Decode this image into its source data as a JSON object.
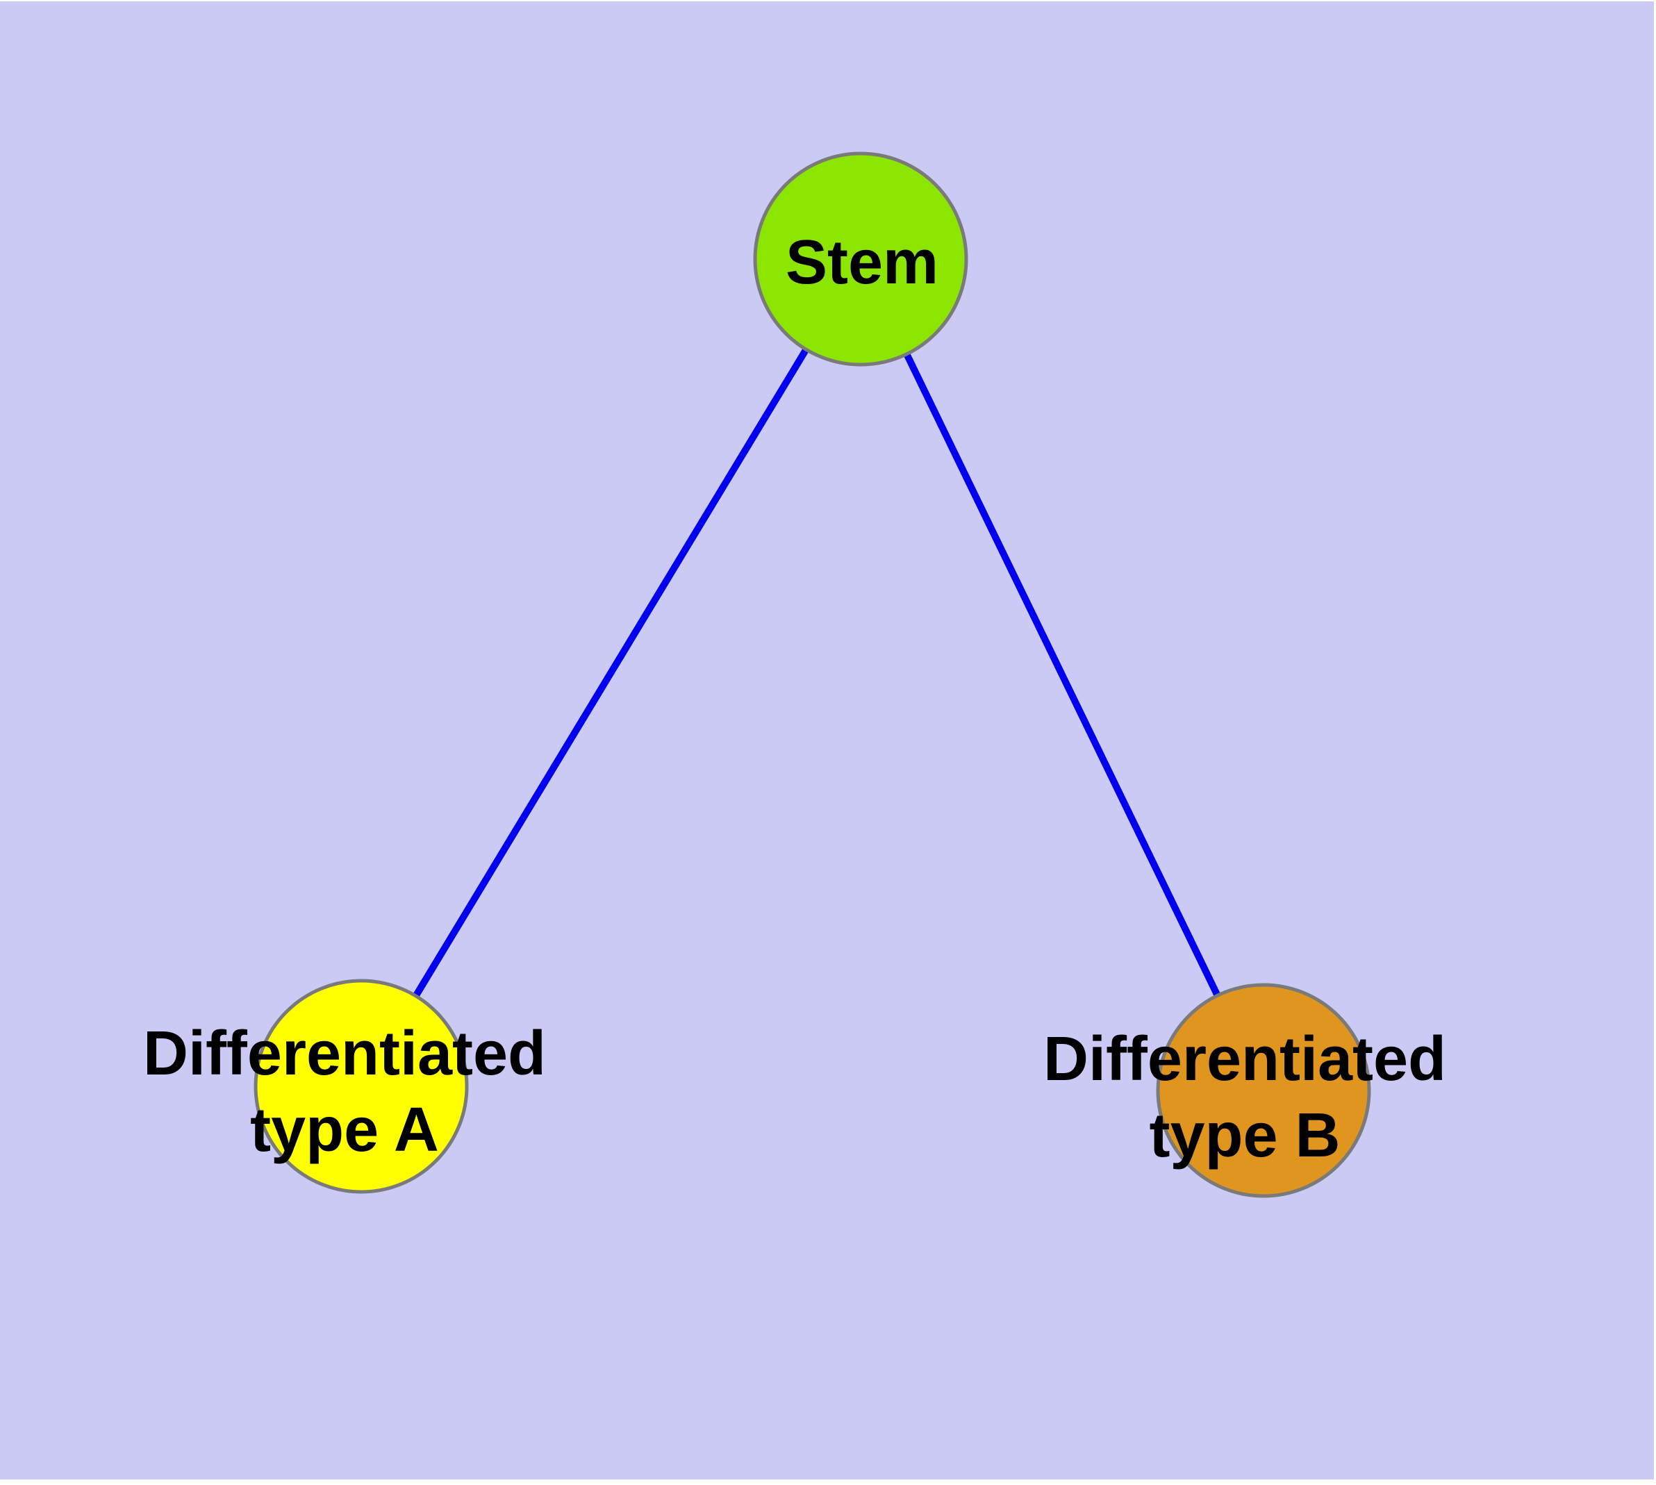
{
  "diagram": {
    "type": "graph",
    "description": "Stem cell differentiation tree: one stem node branching to two differentiated cell type nodes",
    "background_color": "#CACAF4",
    "frame_color": "#FFFFFF",
    "edge_color": "#0000EE",
    "node_border_color": "#7A7A7A",
    "label_color": "#000000",
    "nodes": {
      "stem": {
        "label": "Stem",
        "fill": "#8DE502"
      },
      "type_a": {
        "label": "Differentiated type A",
        "label_line1": "Differentiated",
        "label_line2": "type A",
        "fill": "#FFFF00"
      },
      "type_b": {
        "label": "Differentiated type B",
        "label_line1": "Differentiated",
        "label_line2": "type B",
        "fill": "#E0961E"
      }
    },
    "edges": [
      {
        "from": "Stem",
        "to": "Differentiated type A"
      },
      {
        "from": "Stem",
        "to": "Differentiated type B"
      }
    ]
  }
}
